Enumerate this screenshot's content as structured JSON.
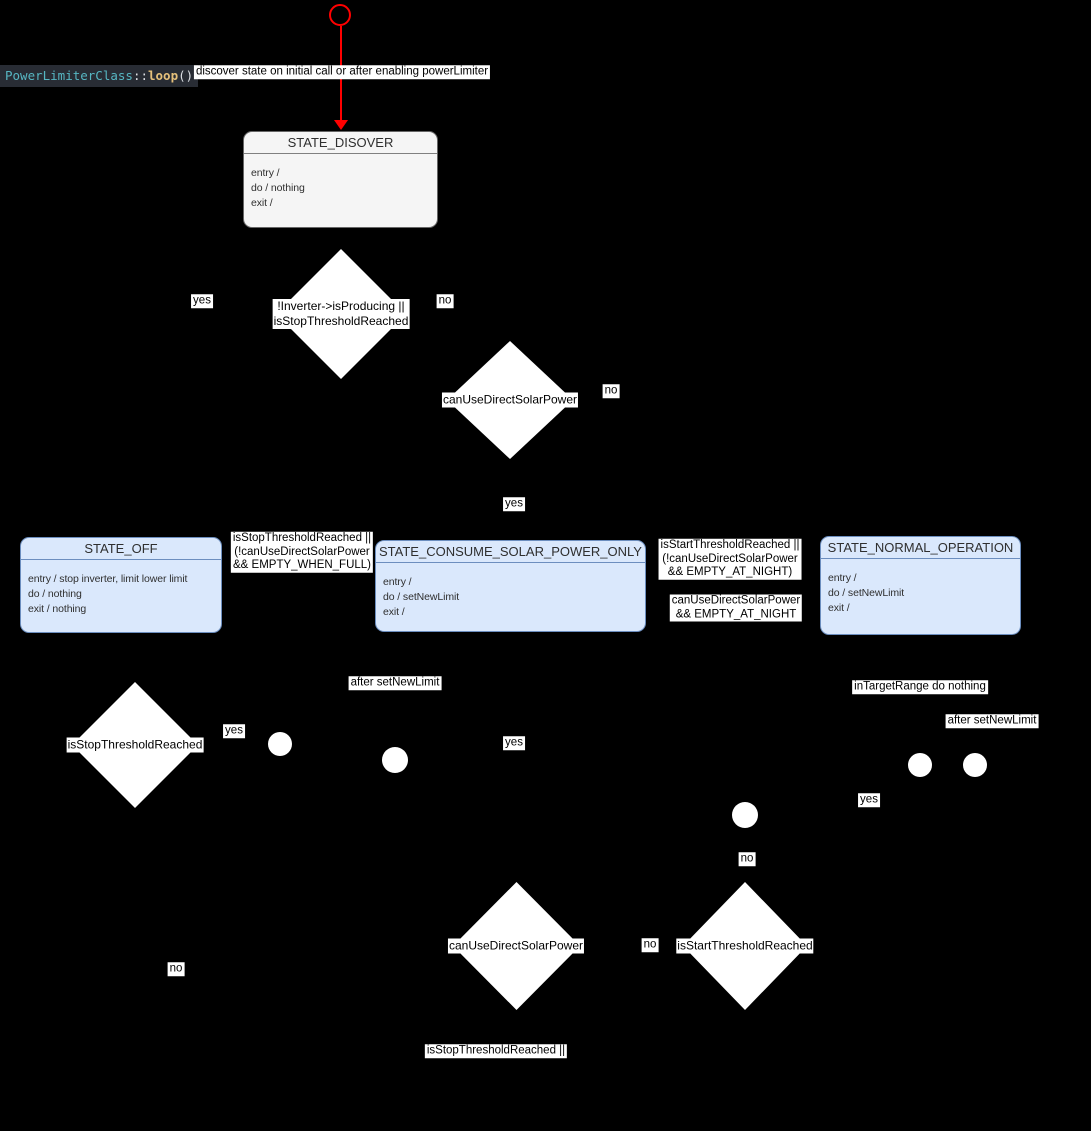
{
  "code": {
    "class_name": "PowerLimiterClass",
    "scope": "::",
    "method": "loop",
    "parens": "()"
  },
  "note": "discover state on initial call or after enabling powerLimiter",
  "states": {
    "discover": {
      "title": "STATE_DISOVER",
      "lines": [
        "entry /",
        "do / nothing",
        "exit /"
      ]
    },
    "off": {
      "title": "STATE_OFF",
      "lines": [
        "entry / stop inverter, limit lower limit",
        "do / nothing",
        "exit / nothing"
      ]
    },
    "consume": {
      "title": "STATE_CONSUME_SOLAR_POWER_ONLY",
      "lines": [
        "entry /",
        "do / setNewLimit",
        "exit /"
      ]
    },
    "normal": {
      "title": "STATE_NORMAL_OPERATION",
      "lines": [
        "entry /",
        "do / setNewLimit",
        "exit /"
      ]
    }
  },
  "decisions": {
    "producing_or_stop": "!Inverter->isProducing ||\nisStopThresholdReached",
    "can_use_solar_top": "canUseDirectSolarPower",
    "stop_threshold_left": "isStopThresholdReached",
    "can_use_solar_bottom": "canUseDirectSolarPower",
    "start_threshold_bottom": "isStartThresholdReached"
  },
  "labels": {
    "yes_discover": "yes",
    "no_discover": "no",
    "no_can_use_top": "no",
    "yes_can_use_top": "yes",
    "guard_to_off": "isStopThresholdReached ||\n(!canUseDirectSolarPower\n&& EMPTY_WHEN_FULL)",
    "guard_to_normal": "isStartThresholdReached ||\n(!canUseDirectSolarPower\n&& EMPTY_AT_NIGHT)",
    "guard_to_consume": "canUseDirectSolarPower\n&& EMPTY_AT_NIGHT",
    "after_set_new_limit_left": "after setNewLimit",
    "yes_stop_left": "yes",
    "yes_mid": "yes",
    "in_target_range": "inTargetRange do nothing",
    "after_set_new_limit_right": "after setNewLimit",
    "yes_right": "yes",
    "no_mid_junction": "no",
    "no_between_bottom": "no",
    "no_bottom_left": "no",
    "guard_stop_bottom": "isStopThresholdReached ||"
  },
  "colors": {
    "background": "#000000",
    "initial_transition": "#ff0000",
    "state_blue_fill": "#dae8fc",
    "state_blue_border": "#6c8ebf",
    "state_gray_fill": "#f5f5f5",
    "state_gray_border": "#666666",
    "label_background": "#ffffff",
    "code_background": "#282c34",
    "code_class_color": "#56b6c2",
    "code_method_color": "#e5c07b"
  }
}
